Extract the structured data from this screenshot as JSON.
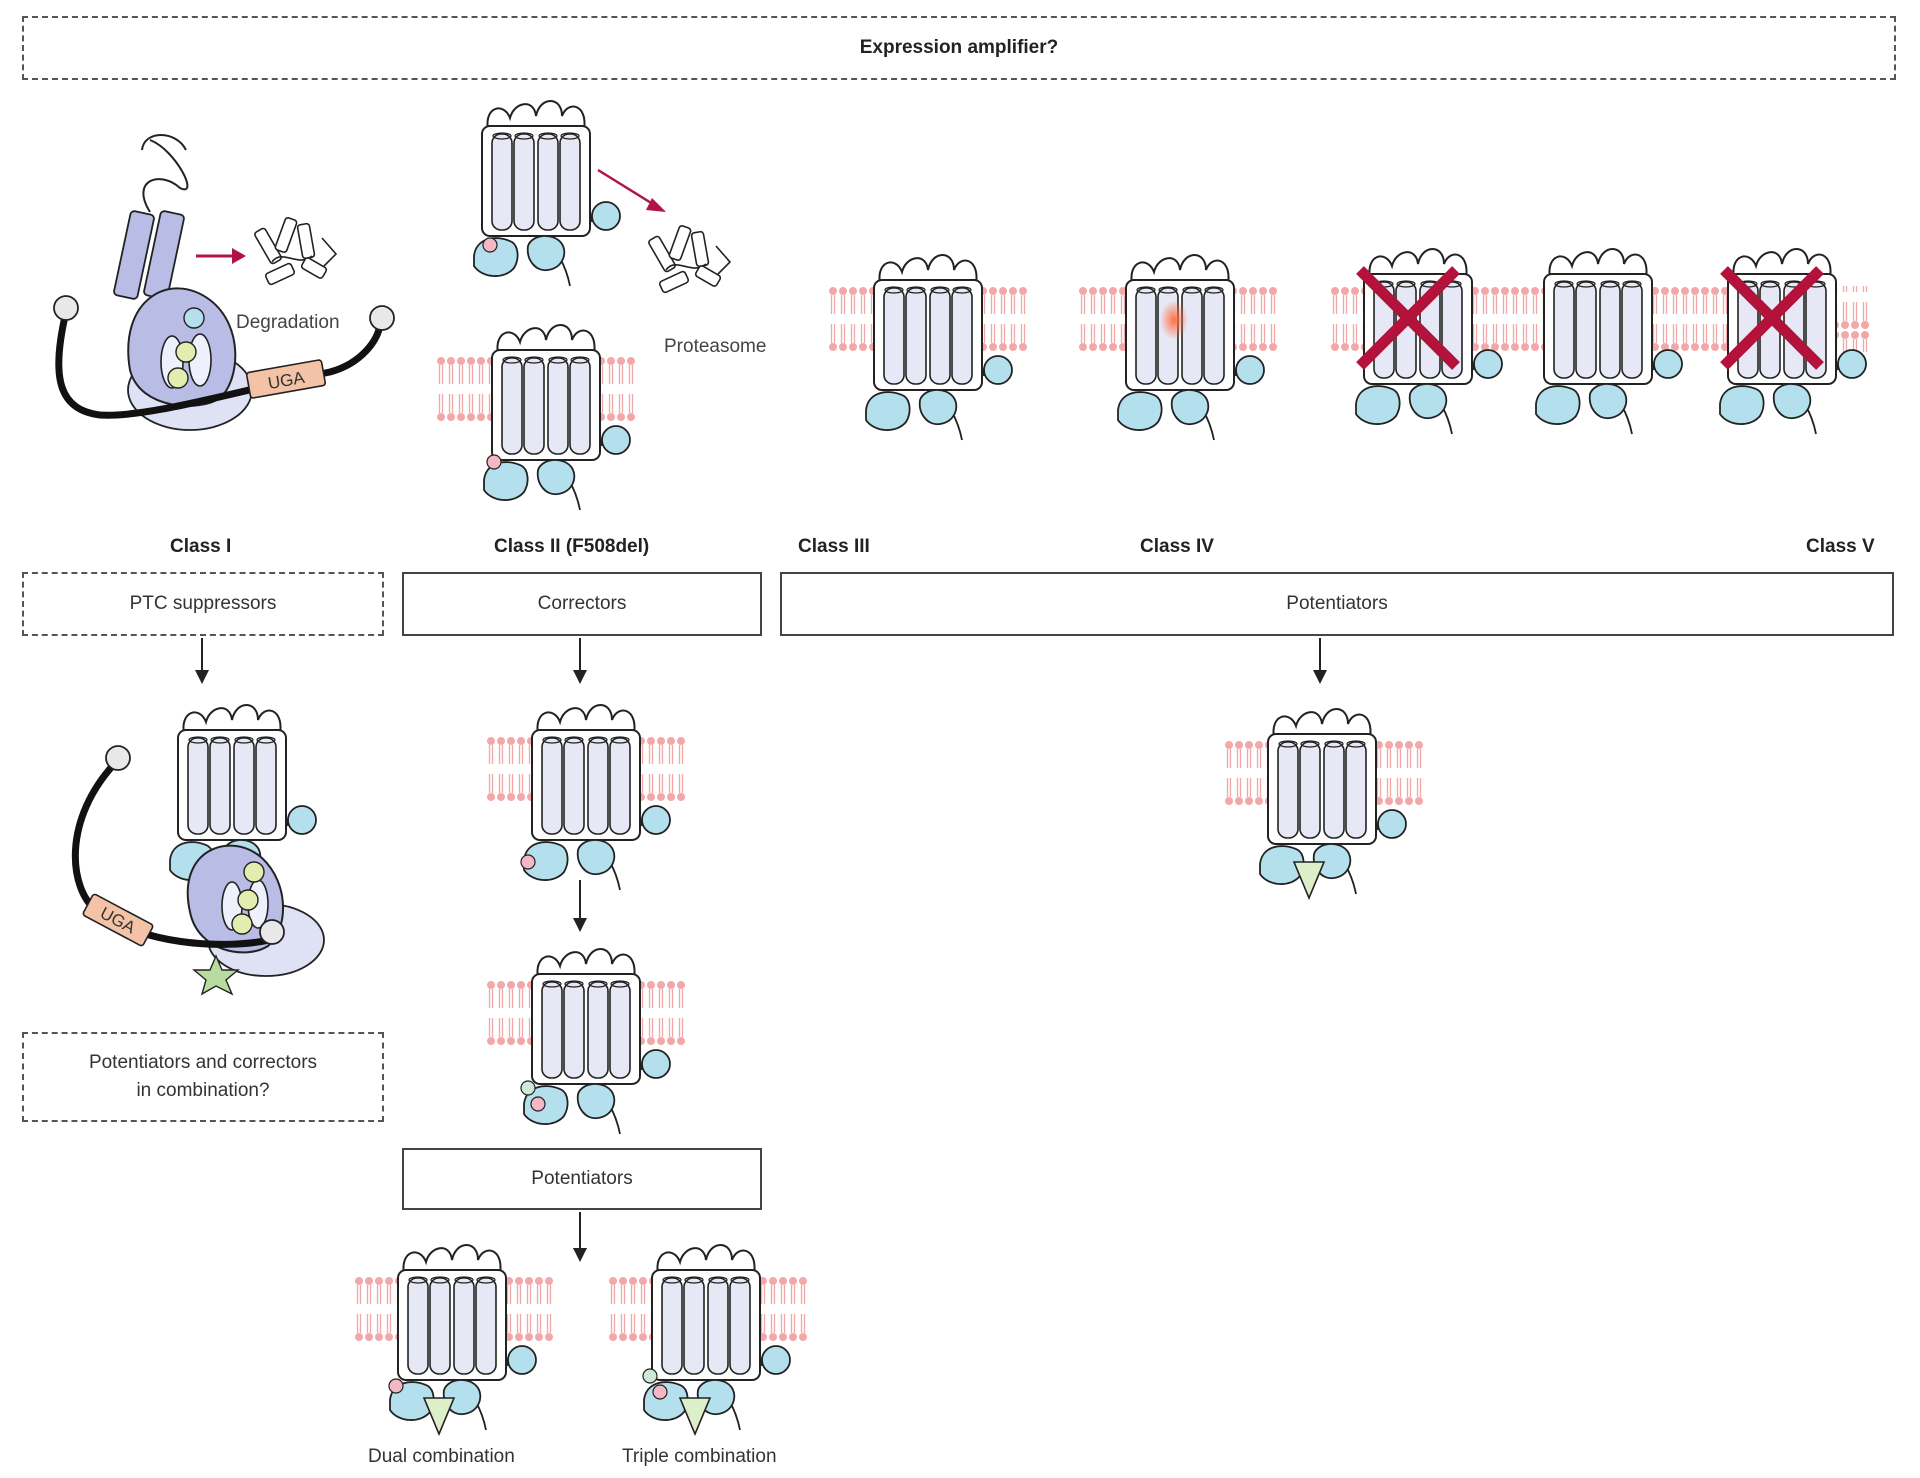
{
  "header": {
    "title": "Expression amplifier?"
  },
  "classes": [
    {
      "key": "class1",
      "label": "Class I"
    },
    {
      "key": "class2",
      "label": "Class II (F508del)"
    },
    {
      "key": "class3",
      "label": "Class III"
    },
    {
      "key": "class4",
      "label": "Class IV"
    },
    {
      "key": "class5",
      "label": "Class V"
    }
  ],
  "therapies": {
    "ptc": "PTC suppressors",
    "correctors": "Correctors",
    "potentiators_wide": "Potentiators",
    "potentiators_class2": "Potentiators",
    "combination_line1": "Potentiators and correctors",
    "combination_line2": "in combination?"
  },
  "annotations": {
    "degradation": "Degradation",
    "proteasome": "Proteasome",
    "uga_top": "UGA",
    "uga_bottom": "UGA"
  },
  "captions": {
    "dual": "Dual combination",
    "triple": "Triple combination"
  },
  "colors": {
    "protein_fill": "#e6e8f6",
    "nbd_fill": "#b4e0ee",
    "membrane": "#f2a8a8",
    "ribosome": "#b9bde6",
    "arrow_red": "#b0124a",
    "cross_red": "#b3123a",
    "uga_fill": "#f4c2a6",
    "star_fill": "#b8dca0",
    "drug_fill": "#dcefc8"
  }
}
